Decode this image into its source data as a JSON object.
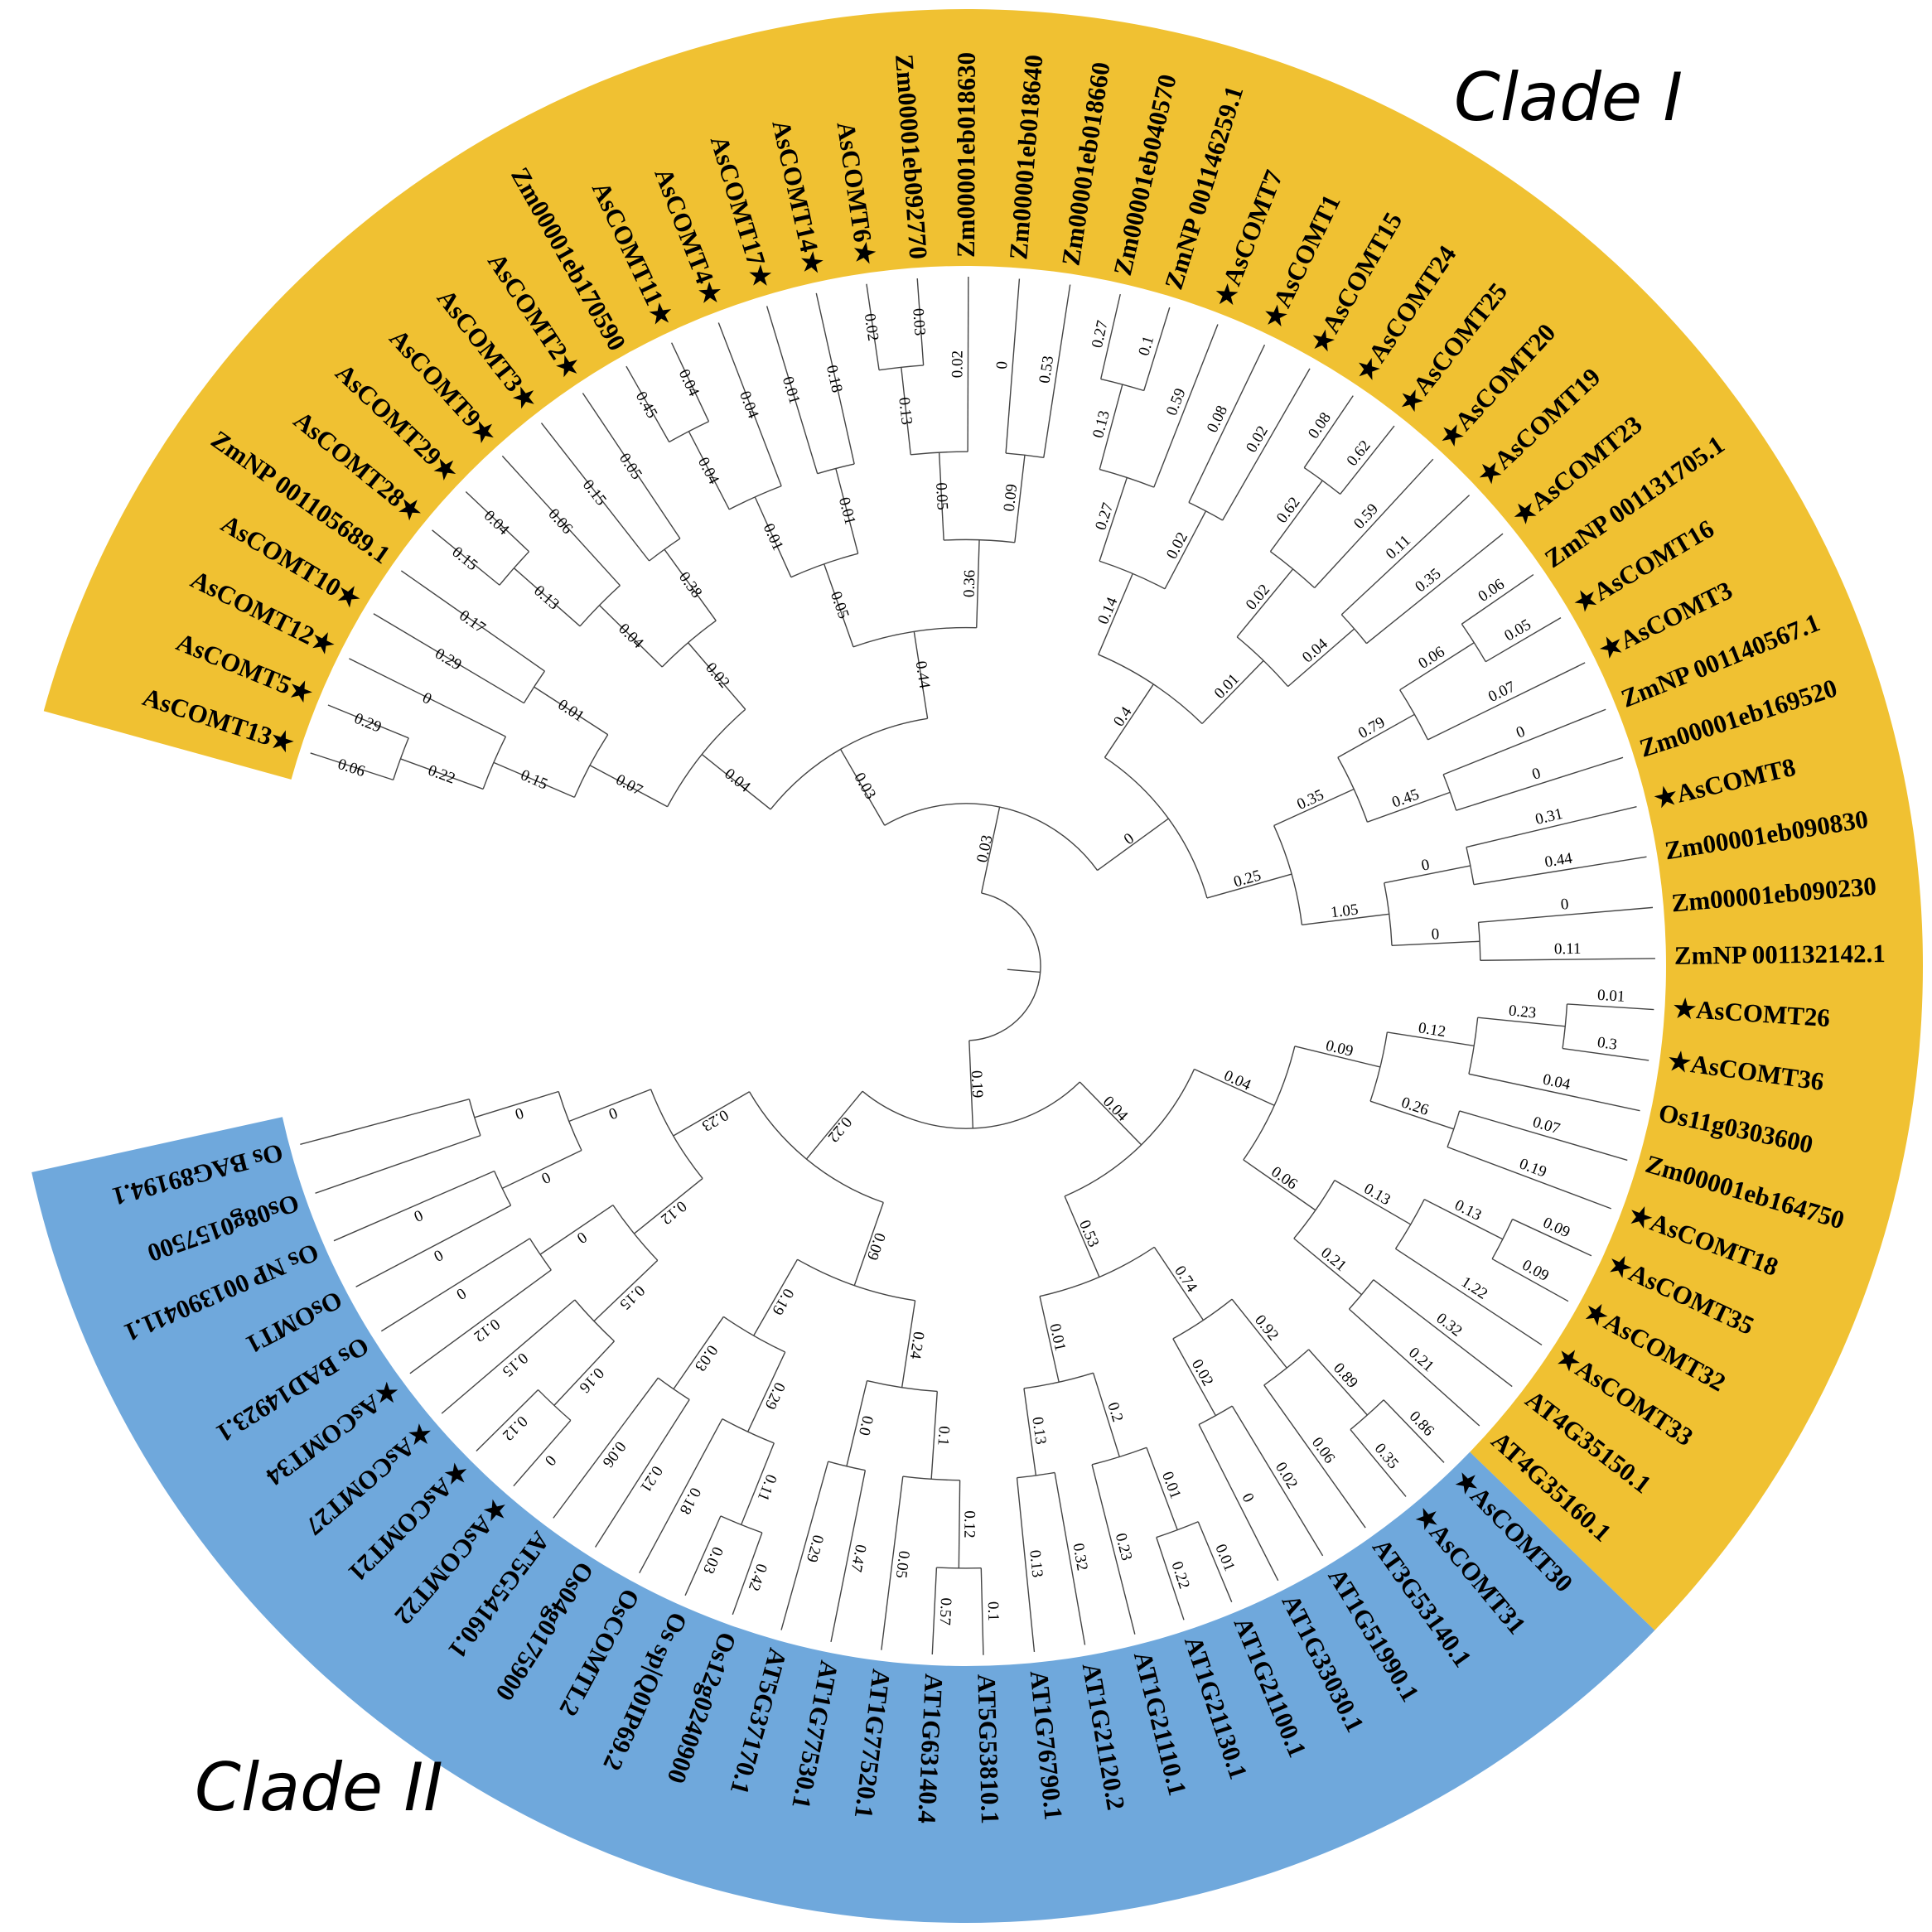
{
  "colors": {
    "clade_I": "#F0C132",
    "clade_II": "#6FA8DC",
    "branch": "#444444",
    "text": "#000000"
  },
  "clades": [
    {
      "label": "Clade I"
    },
    {
      "label": "Clade II"
    }
  ],
  "star_glyph": "★",
  "leaves": [
    {
      "name": "AsCOMT13",
      "star": true,
      "clade": "I"
    },
    {
      "name": "AsCOMT5",
      "star": true,
      "clade": "I"
    },
    {
      "name": "AsCOMT12",
      "star": true,
      "clade": "I"
    },
    {
      "name": "AsCOMT10",
      "star": true,
      "clade": "I"
    },
    {
      "name": "ZmNP 001105689.1",
      "star": false,
      "clade": "I"
    },
    {
      "name": "AsCOMT28",
      "star": true,
      "clade": "I"
    },
    {
      "name": "AsCOMT29",
      "star": true,
      "clade": "I"
    },
    {
      "name": "AsCOMT9",
      "star": true,
      "clade": "I"
    },
    {
      "name": "AsCOMT3",
      "star": true,
      "clade": "I"
    },
    {
      "name": "AsCOMT2",
      "star": true,
      "clade": "I"
    },
    {
      "name": "Zm00001eb170590",
      "star": false,
      "clade": "I"
    },
    {
      "name": "AsCOMT11",
      "star": true,
      "clade": "I"
    },
    {
      "name": "AsCOMT4",
      "star": true,
      "clade": "I"
    },
    {
      "name": "AsCOMT17",
      "star": true,
      "clade": "I"
    },
    {
      "name": "AsCOMT14",
      "star": true,
      "clade": "I"
    },
    {
      "name": "AsCOMT6",
      "star": true,
      "clade": "I"
    },
    {
      "name": "Zm00001eb092770",
      "star": false,
      "clade": "I"
    },
    {
      "name": "Zm00001eb018630",
      "star": false,
      "clade": "I"
    },
    {
      "name": "Zm00001eb018640",
      "star": false,
      "clade": "I"
    },
    {
      "name": "Zm00001eb018660",
      "star": false,
      "clade": "I"
    },
    {
      "name": "Zm00001eb040570",
      "star": false,
      "clade": "I"
    },
    {
      "name": "ZmNP 001146259.1",
      "star": false,
      "clade": "I"
    },
    {
      "name": "AsCOMT7",
      "star": true,
      "clade": "I"
    },
    {
      "name": "AsCOMT1",
      "star": true,
      "clade": "I"
    },
    {
      "name": "AsCOMT15",
      "star": true,
      "clade": "I"
    },
    {
      "name": "AsCOMT24",
      "star": true,
      "clade": "I"
    },
    {
      "name": "AsCOMT25",
      "star": true,
      "clade": "I"
    },
    {
      "name": "AsCOMT20",
      "star": true,
      "clade": "I"
    },
    {
      "name": "AsCOMT19",
      "star": true,
      "clade": "I"
    },
    {
      "name": "AsCOMT23",
      "star": true,
      "clade": "I"
    },
    {
      "name": "ZmNP 001131705.1",
      "star": false,
      "clade": "I"
    },
    {
      "name": "AsCOMT16",
      "star": true,
      "clade": "I"
    },
    {
      "name": "AsCOMT3",
      "star": true,
      "clade": "I"
    },
    {
      "name": "ZmNP 001140567.1",
      "star": false,
      "clade": "I"
    },
    {
      "name": "Zm00001eb169520",
      "star": false,
      "clade": "I"
    },
    {
      "name": "AsCOMT8",
      "star": true,
      "clade": "I"
    },
    {
      "name": "Zm00001eb090830",
      "star": false,
      "clade": "I"
    },
    {
      "name": "Zm00001eb090230",
      "star": false,
      "clade": "I"
    },
    {
      "name": "ZmNP 001132142.1",
      "star": false,
      "clade": "I"
    },
    {
      "name": "AsCOMT26",
      "star": true,
      "clade": "I"
    },
    {
      "name": "AsCOMT36",
      "star": true,
      "clade": "I"
    },
    {
      "name": "Os11g0303600",
      "star": false,
      "clade": "I"
    },
    {
      "name": "Zm00001eb164750",
      "star": false,
      "clade": "I"
    },
    {
      "name": "AsCOMT18",
      "star": true,
      "clade": "I"
    },
    {
      "name": "AsCOMT35",
      "star": true,
      "clade": "I"
    },
    {
      "name": "AsCOMT32",
      "star": true,
      "clade": "I"
    },
    {
      "name": "AsCOMT33",
      "star": true,
      "clade": "I"
    },
    {
      "name": "AT4G35150.1",
      "star": false,
      "clade": "I"
    },
    {
      "name": "AT4G35160.1",
      "star": false,
      "clade": "I"
    },
    {
      "name": "AsCOMT30",
      "star": true,
      "clade": "II"
    },
    {
      "name": "AsCOMT31",
      "star": true,
      "clade": "II"
    },
    {
      "name": "AT3G53140.1",
      "star": false,
      "clade": "II"
    },
    {
      "name": "AT1G51990.1",
      "star": false,
      "clade": "II"
    },
    {
      "name": "AT1G33030.1",
      "star": false,
      "clade": "II"
    },
    {
      "name": "AT1G21100.1",
      "star": false,
      "clade": "II"
    },
    {
      "name": "AT1G21130.1",
      "star": false,
      "clade": "II"
    },
    {
      "name": "AT1G21110.1",
      "star": false,
      "clade": "II"
    },
    {
      "name": "AT1G21120.2",
      "star": false,
      "clade": "II"
    },
    {
      "name": "AT1G76790.1",
      "star": false,
      "clade": "II"
    },
    {
      "name": "AT5G53810.1",
      "star": false,
      "clade": "II"
    },
    {
      "name": "AT1G63140.4",
      "star": false,
      "clade": "II"
    },
    {
      "name": "AT1G77520.1",
      "star": false,
      "clade": "II"
    },
    {
      "name": "AT1G77530.1",
      "star": false,
      "clade": "II"
    },
    {
      "name": "AT5G37170.1",
      "star": false,
      "clade": "II"
    },
    {
      "name": "Os12g0240900",
      "star": false,
      "clade": "II"
    },
    {
      "name": "Os sp|Q0IP69.2",
      "star": false,
      "clade": "II"
    },
    {
      "name": "OsCOMTL2",
      "star": false,
      "clade": "II"
    },
    {
      "name": "Os04g0175900",
      "star": false,
      "clade": "II"
    },
    {
      "name": "AT5G54160.1",
      "star": false,
      "clade": "II"
    },
    {
      "name": "AsCOMT22",
      "star": true,
      "clade": "II"
    },
    {
      "name": "AsCOMT21",
      "star": true,
      "clade": "II"
    },
    {
      "name": "AsCOMT27",
      "star": true,
      "clade": "II"
    },
    {
      "name": "AsCOMT34",
      "star": true,
      "clade": "II"
    },
    {
      "name": "Os BAD14923.1",
      "star": false,
      "clade": "II"
    },
    {
      "name": "OsOMT1",
      "star": false,
      "clade": "II"
    },
    {
      "name": "Os NP 001390411.1",
      "star": false,
      "clade": "II"
    },
    {
      "name": "Os08g0157500",
      "star": false,
      "clade": "II"
    },
    {
      "name": "Os BAG89194.1",
      "star": false,
      "clade": "II"
    }
  ],
  "branch_labels": [
    "0.03",
    "0.03",
    "0.04",
    "0.07",
    "0.15",
    "0.22",
    "0.06",
    "0.29",
    "0",
    "0.01",
    "0.29",
    "0.17",
    "0.02",
    "0.04",
    "0.13",
    "0.15",
    "0.04",
    "0.06",
    "0.38",
    "0.15",
    "0.05",
    "0.44",
    "0.05",
    "0.01",
    "0.04",
    "0.45",
    "0.04",
    "0.04",
    "0.01",
    "0.01",
    "0.18",
    "0.36",
    "0.05",
    "0.13",
    "0.02",
    "0.03",
    "0.02",
    "0.09",
    "0",
    "0.53",
    "0",
    "0.4",
    "0.14",
    "0.27",
    "0.13",
    "0.27",
    "0.1",
    "0.59",
    "0.02",
    "0.08",
    "0.02",
    "0.01",
    "0.02",
    "0.62",
    "0.08",
    "0.62",
    "0.59",
    "0.04",
    "0.11",
    "0.35",
    "0.25",
    "0.35",
    "0.79",
    "0.06",
    "0.06",
    "0.05",
    "0.07",
    "0.45",
    "0",
    "0",
    "1.05",
    "0",
    "0.31",
    "0.44",
    "0",
    "0",
    "0.11",
    "0.19",
    "0.04",
    "0.04",
    "0.09",
    "0.12",
    "0.23",
    "0.01",
    "0.3",
    "0.04",
    "0.26",
    "0.07",
    "0.19",
    "0.06",
    "0.13",
    "0.13",
    "0.09",
    "0.09",
    "1.22",
    "0.21",
    "0.32",
    "0.21",
    "0.53",
    "0.74",
    "0.92",
    "0.89",
    "0.86",
    "0.35",
    "0.06",
    "0.02",
    "0.02",
    "0",
    "0.01",
    "0.2",
    "0.01",
    "0.01",
    "0.22",
    "0.23",
    "0.13",
    "0.32",
    "0.13",
    "0.22",
    "0.09",
    "0.24",
    "0.1",
    "0.12",
    "0.1",
    "0.57",
    "0.05",
    "0.0",
    "0.47",
    "0.29",
    "0.19",
    "0.29",
    "0.11",
    "0.42",
    "0.03",
    "0.18",
    "0.03",
    "0.21",
    "0.06",
    "0.23",
    "0.12",
    "0.15",
    "0.16",
    "0",
    "0.12",
    "0.15",
    "0",
    "0.12",
    "0",
    "0",
    "0",
    "0",
    "0",
    "0"
  ]
}
